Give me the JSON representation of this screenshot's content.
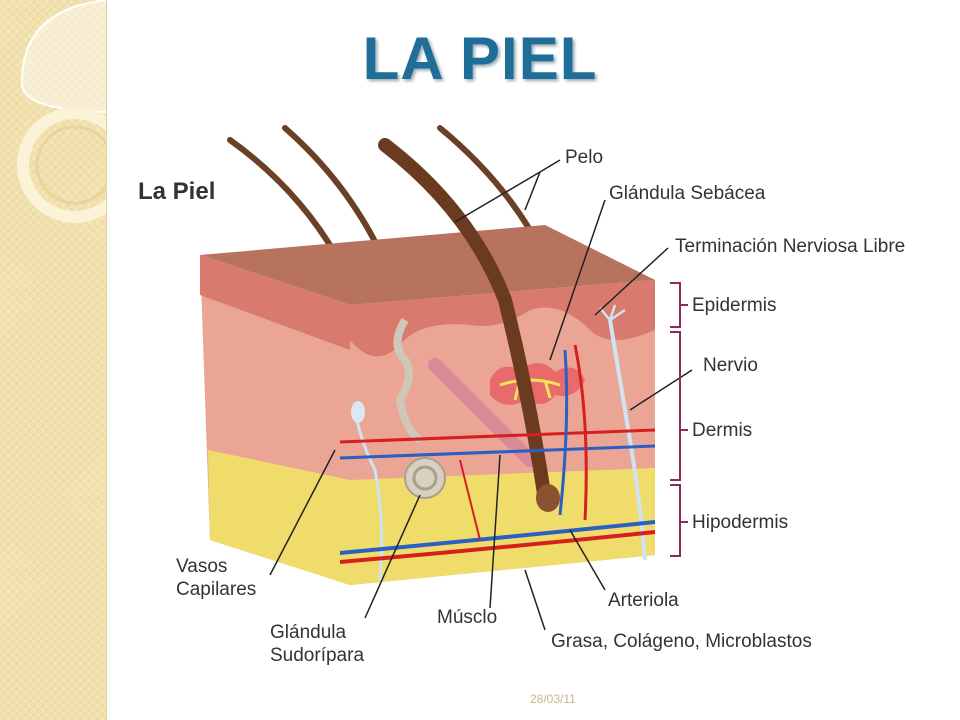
{
  "slide": {
    "title": "LA PIEL",
    "date": "28/03/11"
  },
  "diagram": {
    "title": "La Piel",
    "labels": {
      "pelo": "Pelo",
      "glandula_sebacea": "Glándula Sebácea",
      "terminacion_nerviosa": "Terminación Nerviosa Libre",
      "epidermis": "Epidermis",
      "nervio": "Nervio",
      "dermis": "Dermis",
      "hipodermis": "Hipodermis",
      "vasos_line1": "Vasos",
      "vasos_line2": "Capilares",
      "glandula_sud_line1": "Glándula",
      "glandula_sud_line2": "Sudorípara",
      "musculo": "Músclo",
      "arteriola": "Arteriola",
      "grasa": "Grasa, Colágeno, Microblastos"
    }
  },
  "colors": {
    "title": "#1f6e97",
    "skin_surface": "#b8735f",
    "epidermis": "#d97a6e",
    "dermis": "#eba595",
    "hypodermis": "#f0dc6a",
    "artery": "#d62020",
    "vein": "#2a5fc4",
    "nerve": "#cfe3f2",
    "bracket": "#8a2b5a"
  }
}
